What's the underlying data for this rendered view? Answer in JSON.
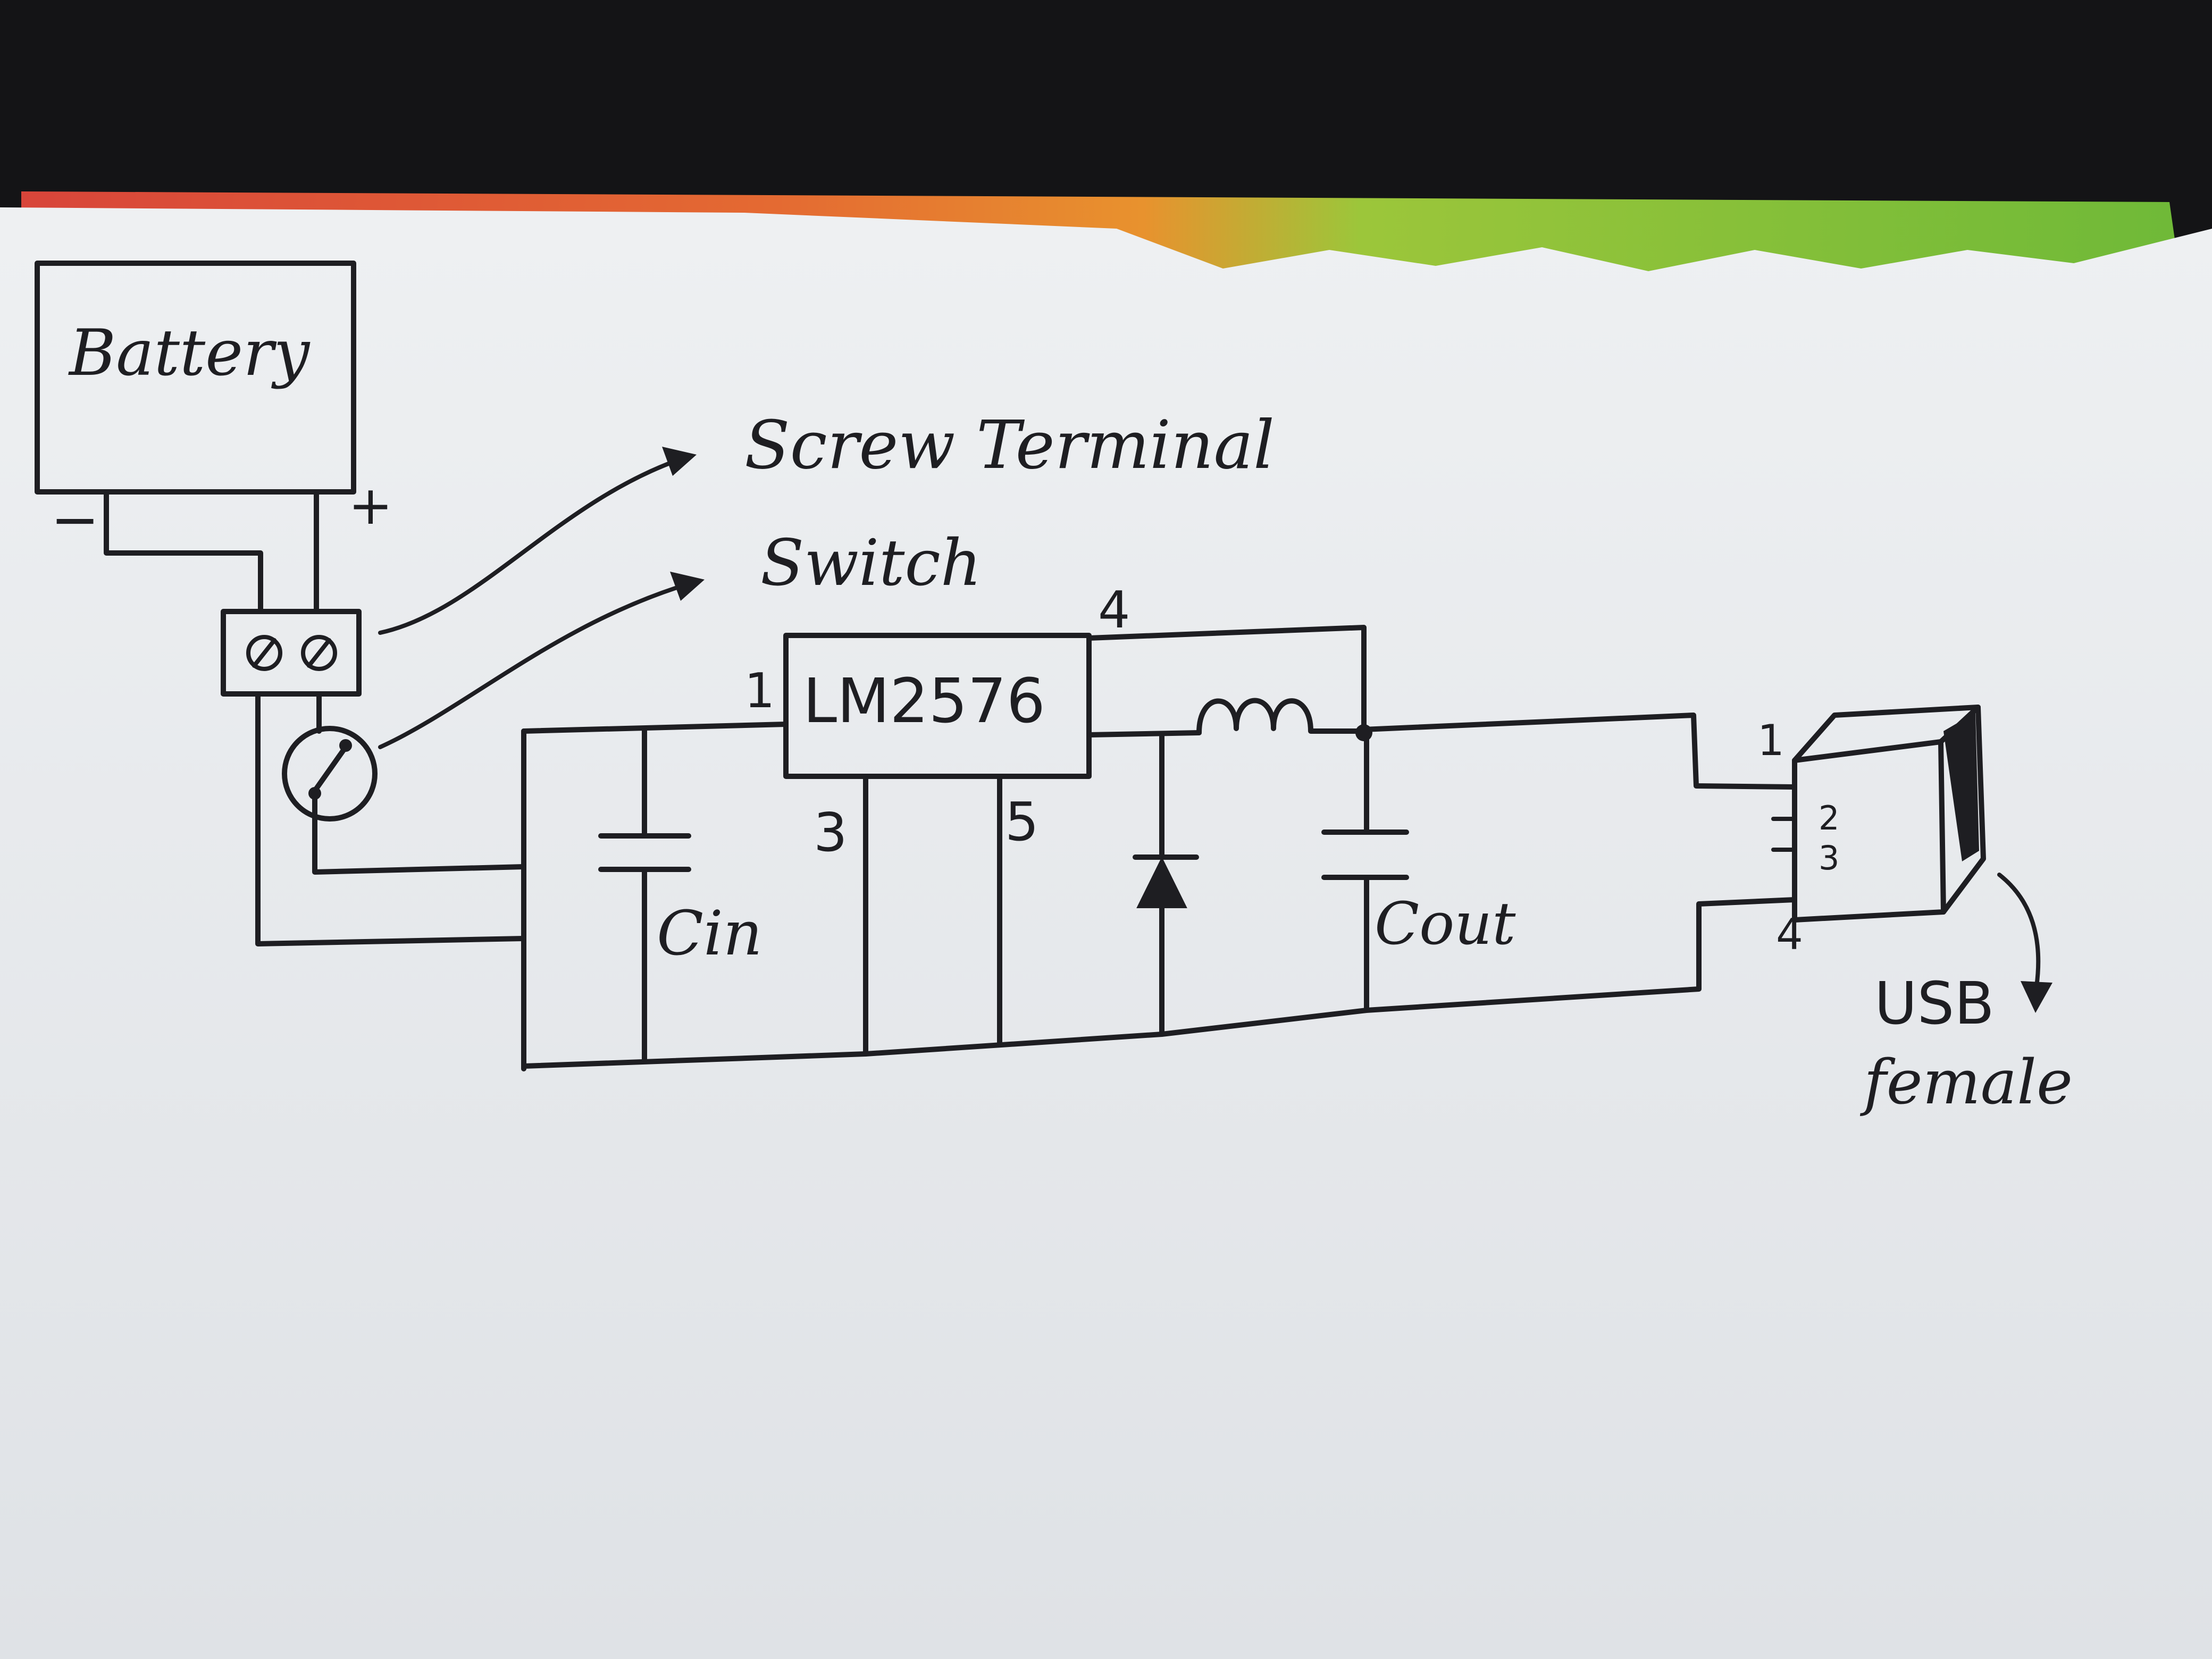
{
  "labels": {
    "battery": "Battery",
    "battery_minus": "−",
    "battery_plus": "+",
    "screw_terminal": "Screw Terminal",
    "switch": "Switch",
    "regulator": "LM2576",
    "pin_1": "1",
    "pin_3": "3",
    "pin_4": "4",
    "pin_5": "5",
    "c_in": "Cin",
    "c_out": "Cout",
    "usb_pin_1": "1",
    "usb_pin_2": "2",
    "usb_pin_3": "3",
    "usb_pin_4": "4",
    "usb_line1": "USB",
    "usb_line2": "female"
  },
  "colors": {
    "ink": "#1e1e22",
    "paper": "#e9ebee",
    "background": "#141416",
    "paper_edge_red": "#d8453a",
    "paper_edge_orange": "#e8922e",
    "paper_edge_green": "#7cc43a"
  }
}
